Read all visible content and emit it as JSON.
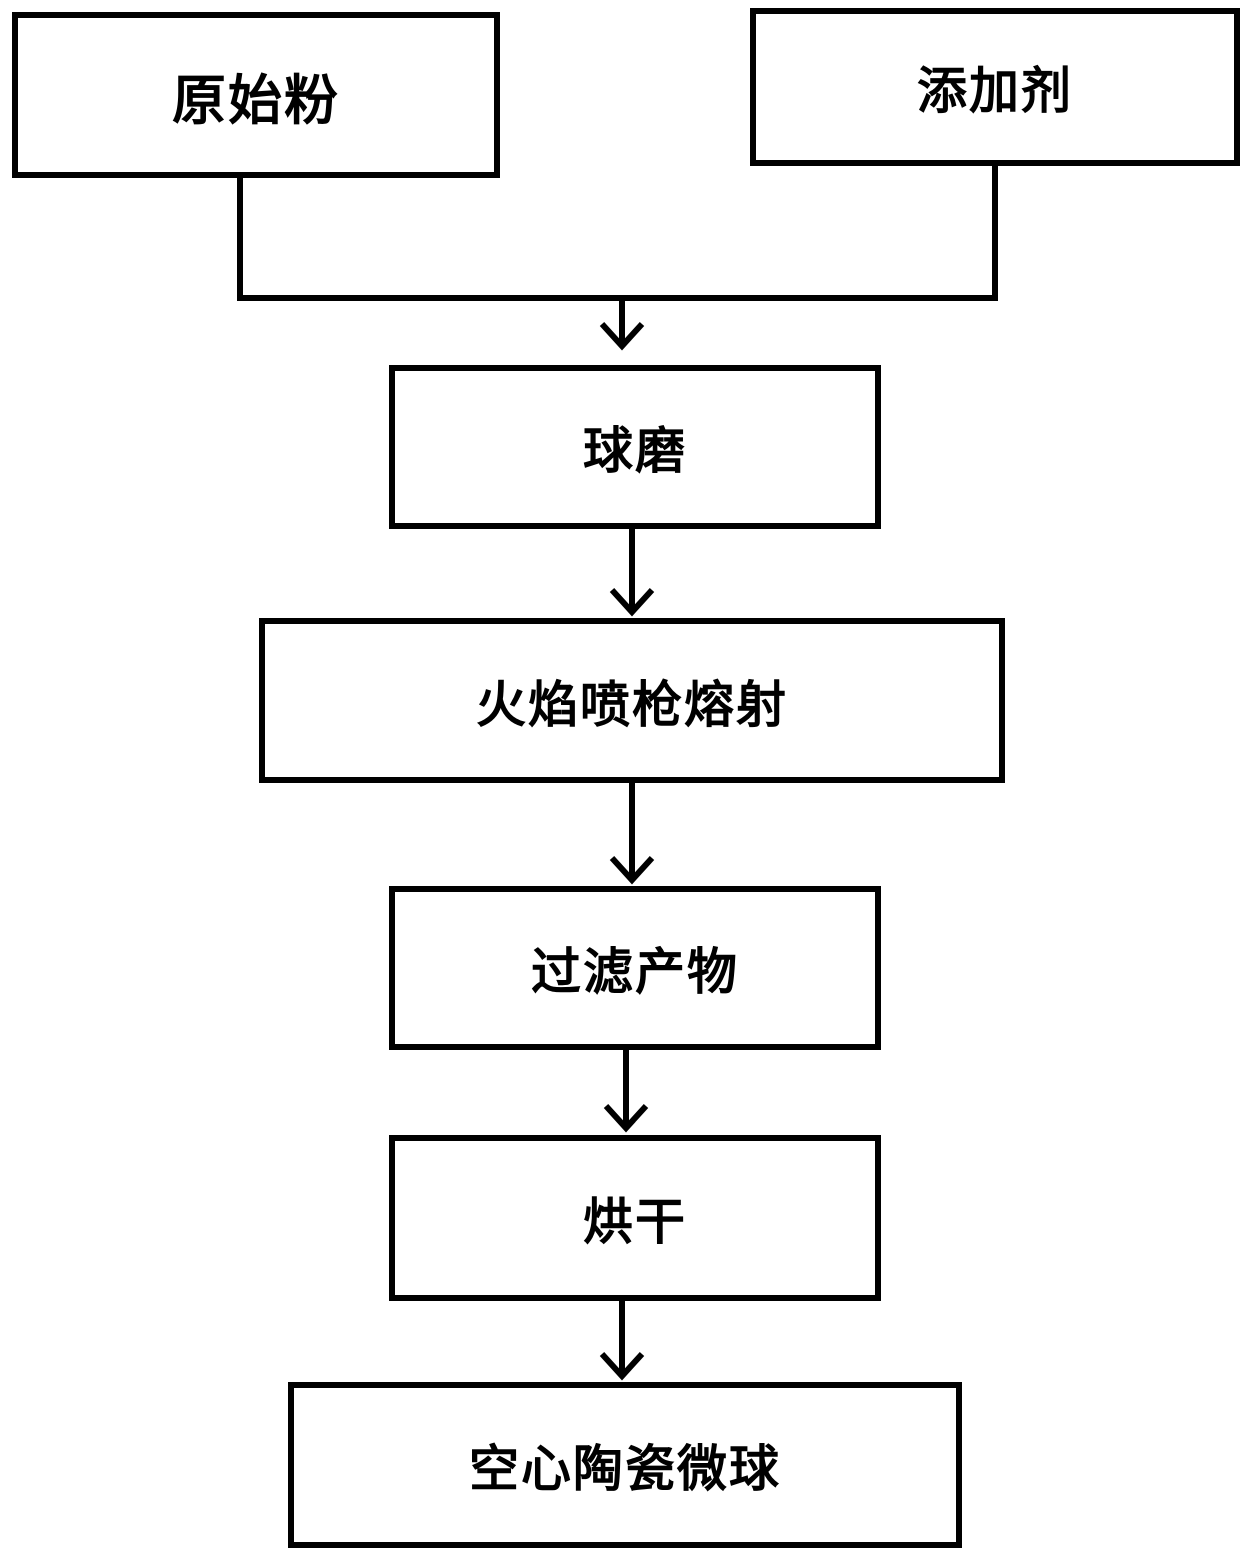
{
  "diagram": {
    "type": "process-flowchart",
    "nodes": [
      {
        "id": "raw_powder",
        "label": "原始粉"
      },
      {
        "id": "additive",
        "label": "添加剂"
      },
      {
        "id": "ball_mill",
        "label": "球磨"
      },
      {
        "id": "flame_spray",
        "label": "火焰喷枪熔射"
      },
      {
        "id": "filter_product",
        "label": "过滤产物"
      },
      {
        "id": "drying",
        "label": "烘干"
      },
      {
        "id": "hollow_microspheres",
        "label": "空心陶瓷微球"
      }
    ],
    "edges": [
      {
        "from": "raw_powder",
        "to": "ball_mill"
      },
      {
        "from": "additive",
        "to": "ball_mill"
      },
      {
        "from": "ball_mill",
        "to": "flame_spray"
      },
      {
        "from": "flame_spray",
        "to": "filter_product"
      },
      {
        "from": "filter_product",
        "to": "drying"
      },
      {
        "from": "drying",
        "to": "hollow_microspheres"
      }
    ],
    "colors": {
      "stroke": "#000000",
      "background": "#ffffff"
    }
  }
}
